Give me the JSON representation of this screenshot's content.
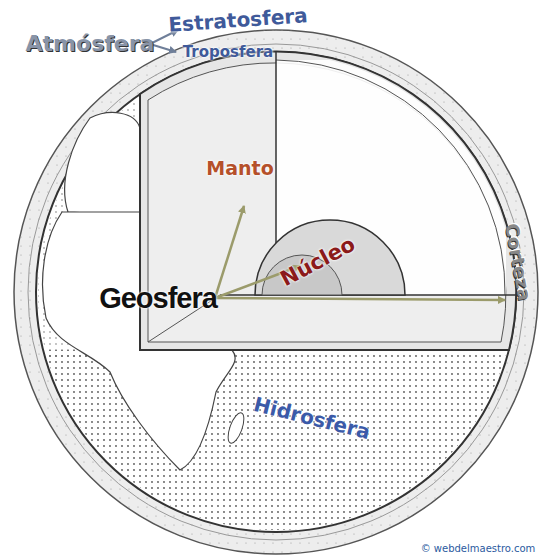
{
  "diagram": {
    "labels": [
      "Atmósfera",
      "Estratosfera",
      "Troposfera",
      "Manto",
      "Núcleo",
      "Geosfera",
      "Corteza",
      "Hidrosfera",
      "© webdelmaestro.com"
    ]
  }
}
